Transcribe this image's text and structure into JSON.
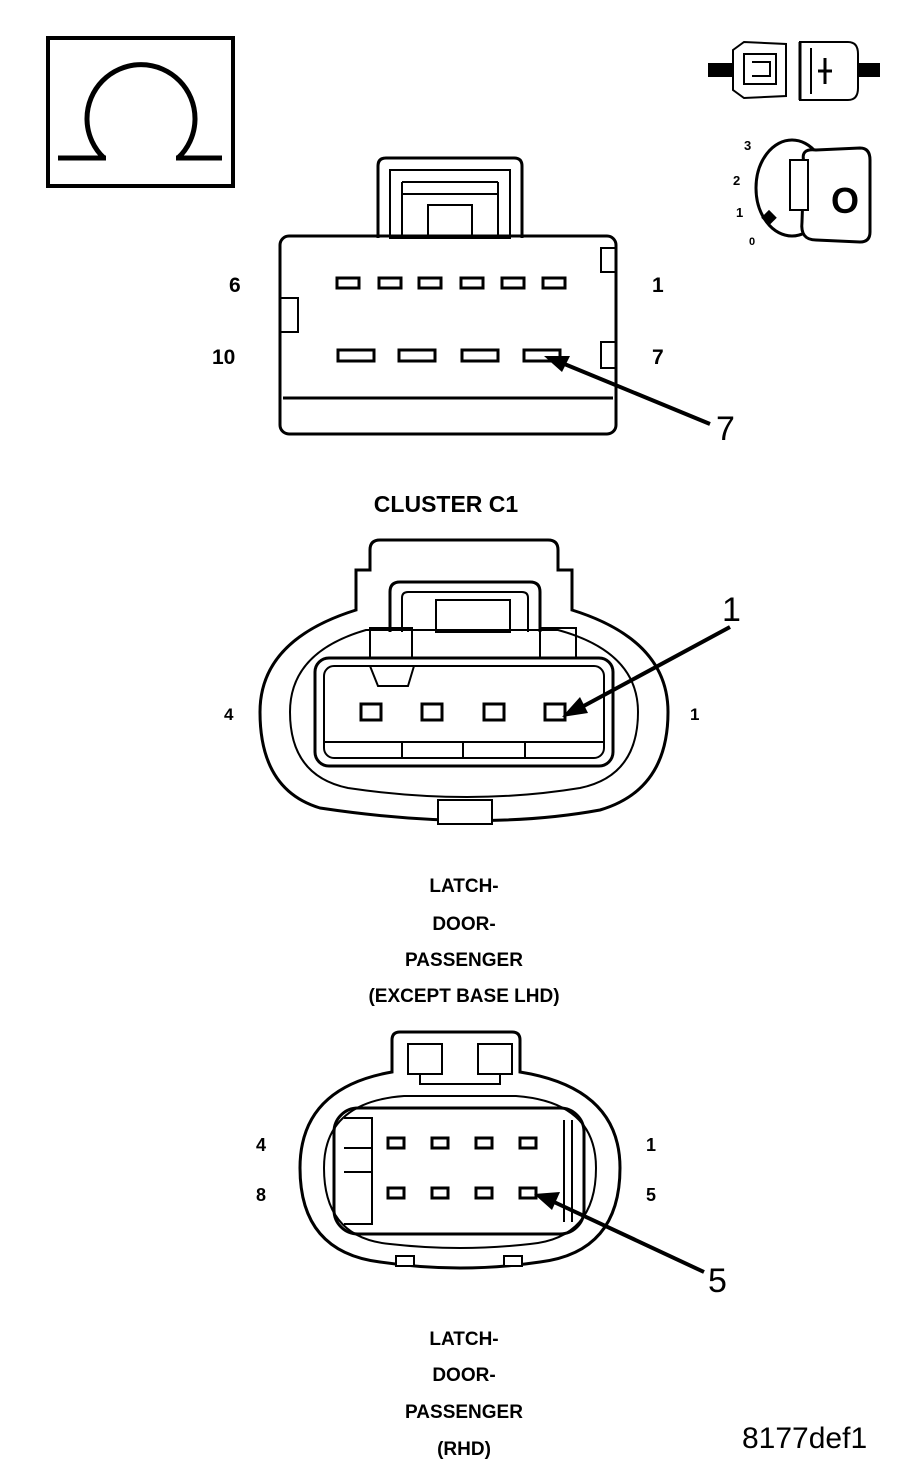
{
  "icons": {
    "ohmmeter": "ohm-icon",
    "connector": "connector-icon",
    "ignition": "ignition-switch-icon"
  },
  "ignition_positions": [
    "3",
    "2",
    "1",
    "0"
  ],
  "ignition_key_letter": "O",
  "connectors": [
    {
      "pin_labels": {
        "top_left": "6",
        "top_right": "1",
        "bottom_left": "10",
        "bottom_right": "7"
      },
      "callout": "7",
      "title": [
        "CLUSTER C1"
      ]
    },
    {
      "pin_labels": {
        "left": "4",
        "right": "1"
      },
      "callout": "1",
      "title": [
        "LATCH-",
        "DOOR-",
        "PASSENGER",
        "(EXCEPT BASE LHD)"
      ]
    },
    {
      "pin_labels": {
        "top_left": "4",
        "top_right": "1",
        "bottom_left": "8",
        "bottom_right": "5"
      },
      "callout": "5",
      "title": [
        "LATCH-",
        "DOOR-",
        "PASSENGER",
        "(RHD)"
      ]
    }
  ],
  "figure_ref": "8177def1"
}
